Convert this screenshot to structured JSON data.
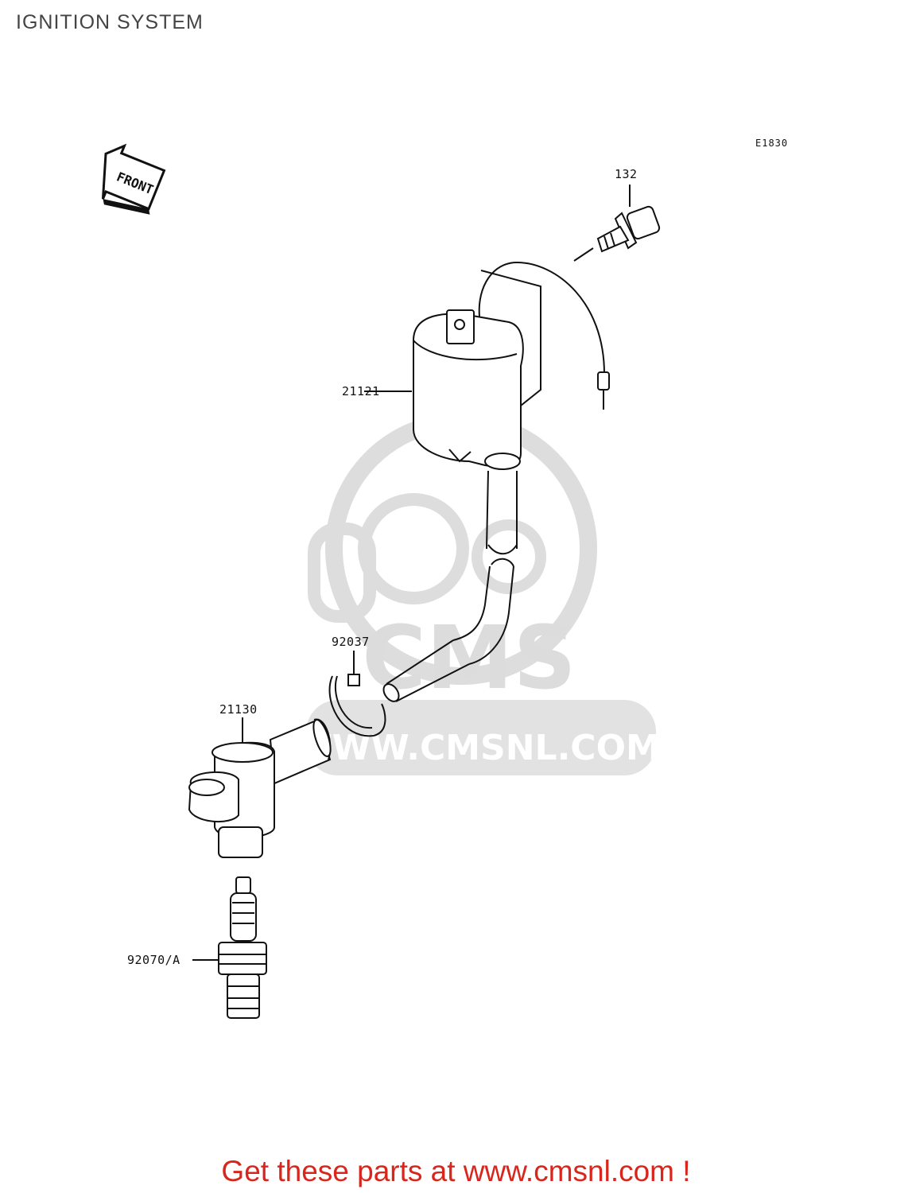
{
  "title": "IGNITION SYSTEM",
  "diagram_code": "E1830",
  "front_label": "FRONT",
  "parts": [
    {
      "number": "132"
    },
    {
      "number": "21121"
    },
    {
      "number": "92037"
    },
    {
      "number": "21130"
    },
    {
      "number": "92070/A"
    }
  ],
  "watermark": {
    "brand": "CMS",
    "url": "WWW.CMSNL.COM"
  },
  "cta": "Get these parts at www.cmsnl.com !",
  "colors": {
    "cta": "#d9261c",
    "line": "#111111",
    "watermark": "#d6d6d6"
  }
}
